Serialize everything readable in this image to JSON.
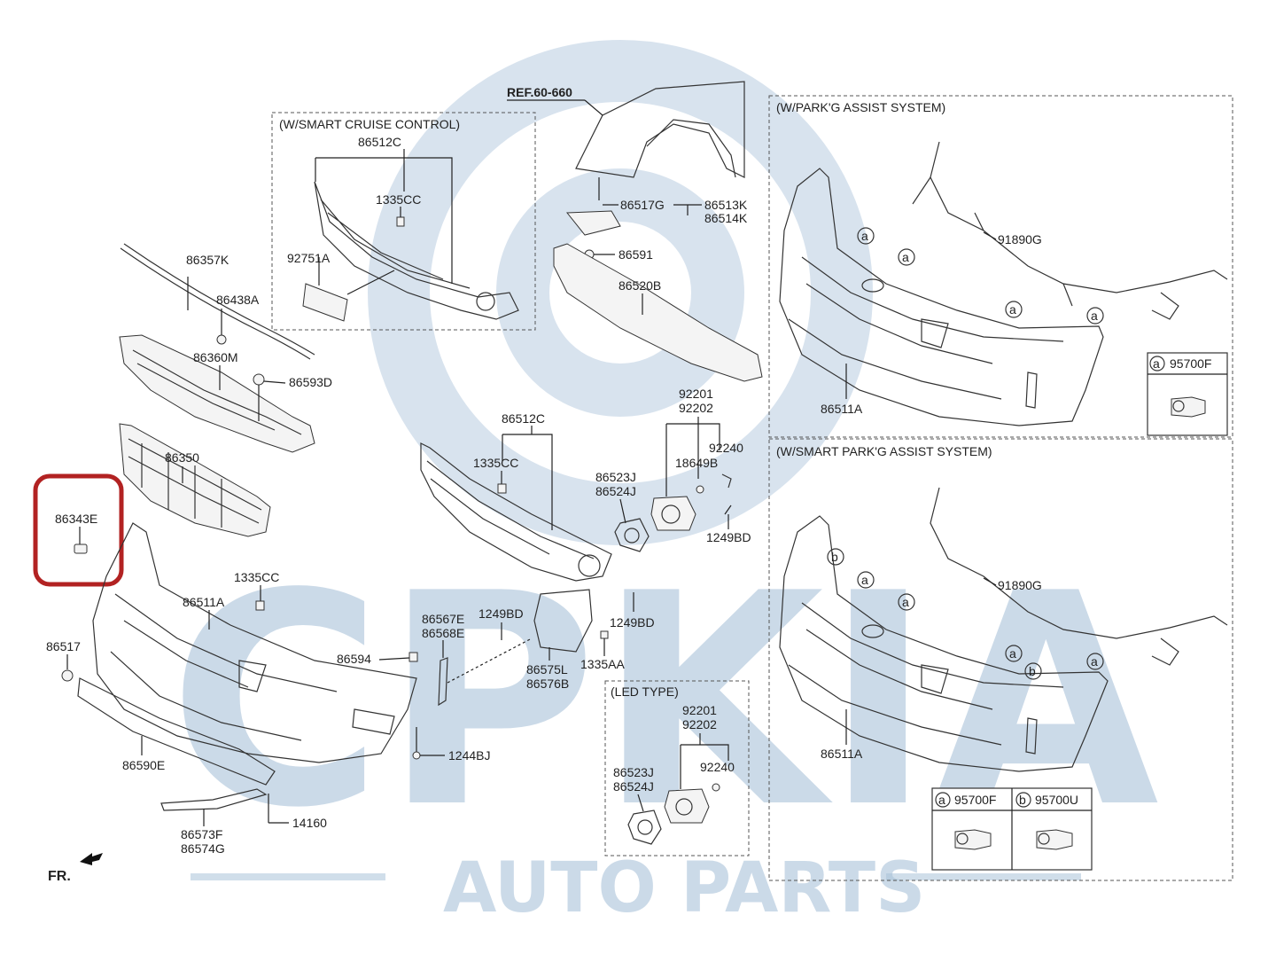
{
  "ref_label": "REF.60-660",
  "direction_label": "FR.",
  "highlight_color": "#b22222",
  "watermark": {
    "brand": "CPKIA",
    "subtitle": "AUTO PARTS",
    "color": "#a9c2d9"
  },
  "sections": {
    "smart_cruise": "(W/SMART CRUISE CONTROL)",
    "parking_assist": "(W/PARK'G ASSIST SYSTEM)",
    "smart_parking_assist": "(W/SMART PARK'G ASSIST SYSTEM)",
    "led_type": "(LED TYPE)"
  },
  "parts": {
    "p86512C_top": "86512C",
    "p1335CC_top": "1335CC",
    "p92751A": "92751A",
    "p86357K": "86357K",
    "p86438A": "86438A",
    "p86360M": "86360M",
    "p86593D": "86593D",
    "p86350": "86350",
    "p86343E": "86343E",
    "p1335CC_left": "1335CC",
    "p86511A_left": "86511A",
    "p86517": "86517",
    "p86594": "86594",
    "p86590E": "86590E",
    "p86573F": "86573F",
    "p86574G": "86574G",
    "p14160": "14160",
    "p1244BJ": "1244BJ",
    "p86567E": "86567E",
    "p86568E": "86568E",
    "p1249BD_a": "1249BD",
    "p86575L": "86575L",
    "p86576B": "86576B",
    "p1249BD_b": "1249BD",
    "p1335AA": "1335AA",
    "p86512C_mid": "86512C",
    "p1335CC_mid": "1335CC",
    "p86517G": "86517G",
    "p86513K": "86513K",
    "p86514K": "86514K",
    "p86591": "86591",
    "p86520B": "86520B",
    "p92201_a": "92201",
    "p92202_a": "92202",
    "p92240_a": "92240",
    "p18649B": "18649B",
    "p86523J_a": "86523J",
    "p86524J_a": "86524J",
    "p1249BD_c": "1249BD",
    "p92201_b": "92201",
    "p92202_b": "92202",
    "p92240_b": "92240",
    "p86523J_b": "86523J",
    "p86524J_b": "86524J",
    "p91890G_a": "91890G",
    "p86511A_a": "86511A",
    "p95700F_a": "95700F",
    "p91890G_b": "91890G",
    "p86511A_b": "86511A",
    "p95700F_b": "95700F",
    "p95700U": "95700U"
  },
  "callouts": {
    "a": "a",
    "b": "b"
  }
}
